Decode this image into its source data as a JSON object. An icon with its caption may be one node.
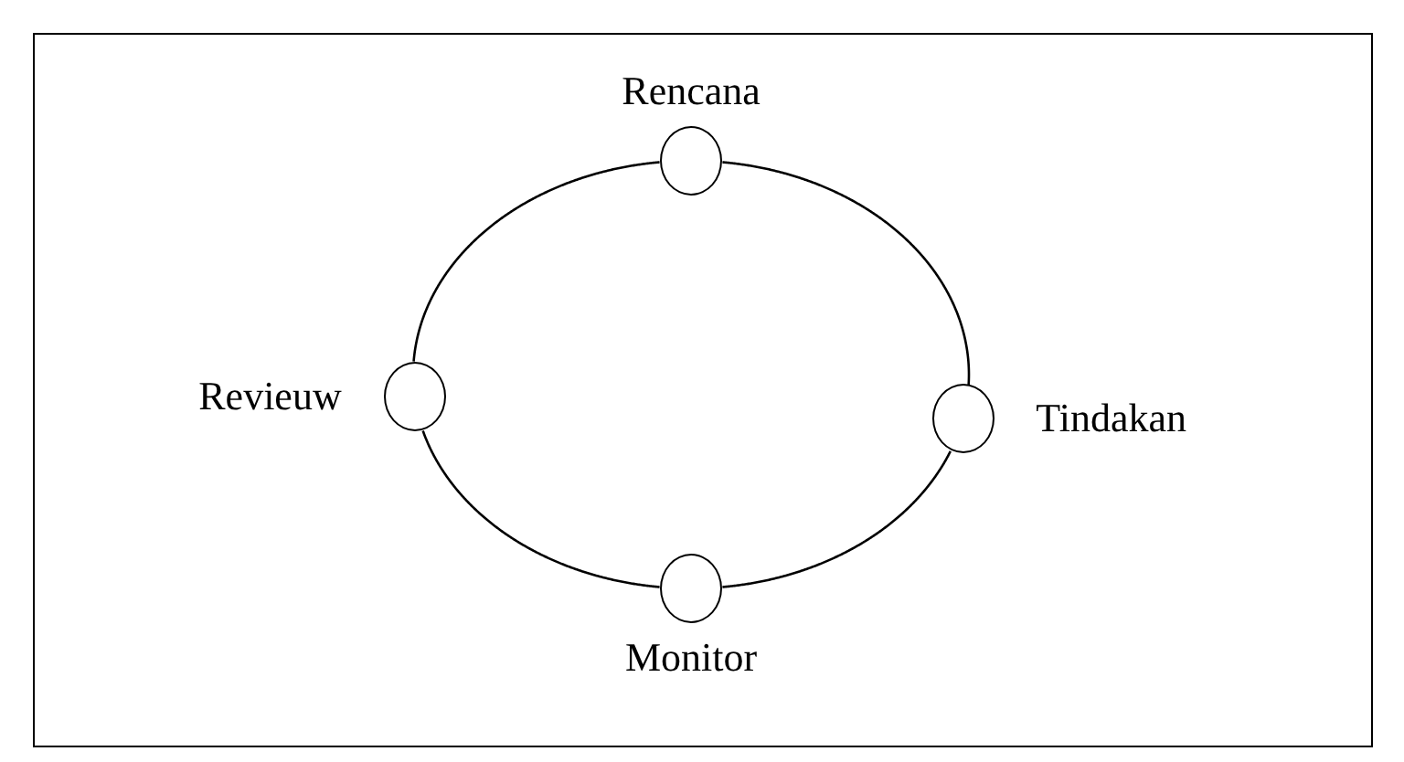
{
  "diagram": {
    "nodes": [
      {
        "text": [
          "Rencana"
        ]
      },
      {
        "text": [
          "Tindakan"
        ]
      },
      {
        "text": [
          "Monitor"
        ]
      },
      {
        "text": [
          "Revieuw"
        ]
      }
    ],
    "edges": [
      {
        "from": 0,
        "to": 1,
        "arrow": "none"
      },
      {
        "from": 1,
        "to": 2,
        "arrow": "none"
      },
      {
        "from": 2,
        "to": 3,
        "arrow": "none"
      },
      {
        "from": 3,
        "to": 0,
        "arrow": "none"
      }
    ]
  }
}
